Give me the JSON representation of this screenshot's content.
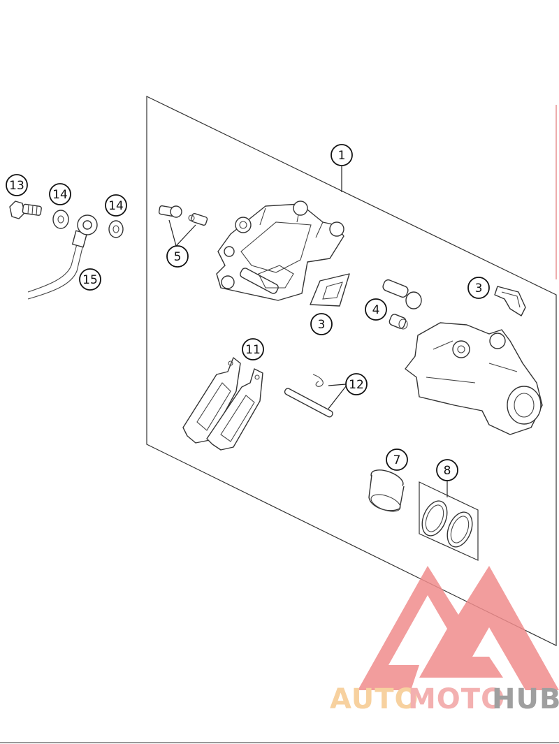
{
  "callouts": [
    {
      "id": "c1",
      "label": "1"
    },
    {
      "id": "c3a",
      "label": "3"
    },
    {
      "id": "c3b",
      "label": "3"
    },
    {
      "id": "c4",
      "label": "4"
    },
    {
      "id": "c5",
      "label": "5"
    },
    {
      "id": "c7",
      "label": "7"
    },
    {
      "id": "c8",
      "label": "8"
    },
    {
      "id": "c11",
      "label": "11"
    },
    {
      "id": "c12",
      "label": "12"
    },
    {
      "id": "c13",
      "label": "13"
    },
    {
      "id": "c14a",
      "label": "14"
    },
    {
      "id": "c14b",
      "label": "14"
    },
    {
      "id": "c15",
      "label": "15"
    }
  ],
  "watermark": {
    "part1": "AUTO",
    "part2": "MOTO",
    "part3": "HUB",
    "color_orange": "#f6c98f",
    "color_pink": "#f2a3a3",
    "color_grey": "#8f8f8f",
    "logo_color": "#f08c8c"
  }
}
